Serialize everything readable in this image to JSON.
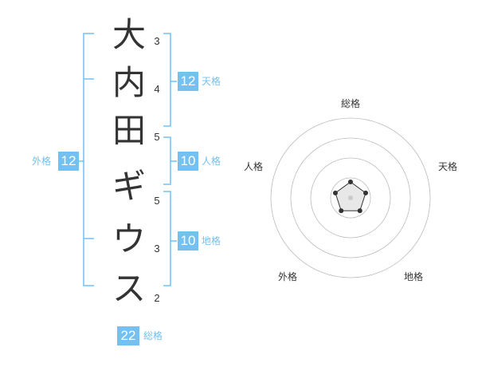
{
  "name": {
    "characters": [
      {
        "char": "大",
        "strokes": "3"
      },
      {
        "char": "内",
        "strokes": "4"
      },
      {
        "char": "田",
        "strokes": "5"
      },
      {
        "char": "ギ",
        "strokes": "5"
      },
      {
        "char": "ウ",
        "strokes": "3"
      },
      {
        "char": "ス",
        "strokes": "2"
      }
    ]
  },
  "kakusu": {
    "tenkaku": {
      "value": "12",
      "label": "天格"
    },
    "jinkaku": {
      "value": "10",
      "label": "人格"
    },
    "chikaku": {
      "value": "10",
      "label": "地格"
    },
    "gaikaku": {
      "value": "12",
      "label": "外格"
    },
    "soukaku": {
      "value": "22",
      "label": "総格"
    }
  },
  "radar": {
    "axis_labels": [
      "総格",
      "天格",
      "地格",
      "外格",
      "人格"
    ],
    "values": [
      0.2,
      0.2,
      0.2,
      0.2,
      0.2
    ],
    "ring_count": 4,
    "colors": {
      "ring": "#bbbbbb",
      "shape_fill": "#e8e8e8",
      "shape_stroke": "#333333",
      "point": "#333333",
      "center": "#cccccc"
    }
  },
  "colors": {
    "accent": "#74c0f0",
    "text": "#333333"
  }
}
